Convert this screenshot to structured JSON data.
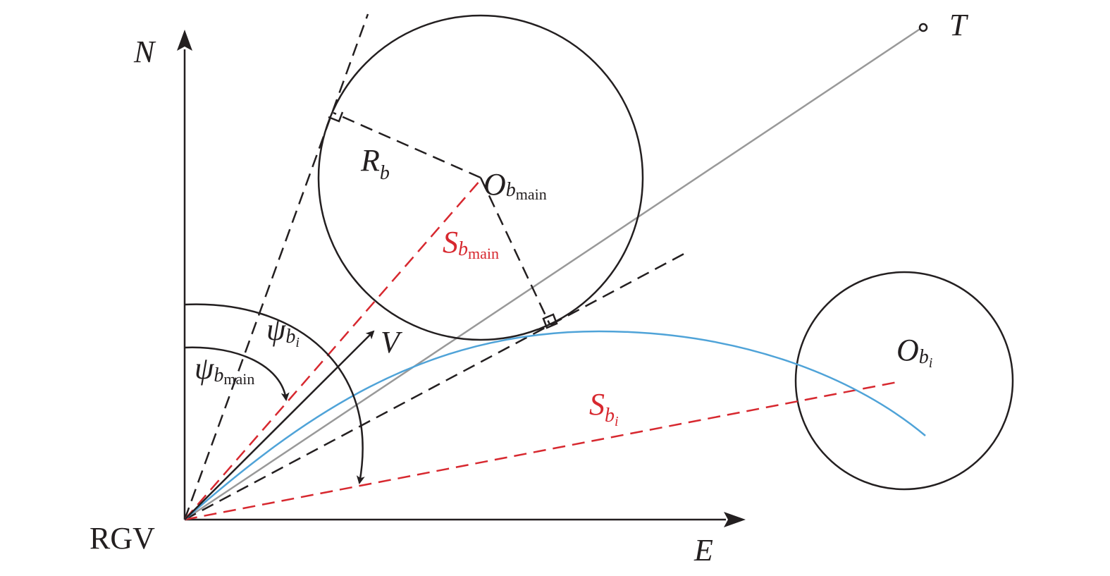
{
  "labels": {
    "north_axis": "N",
    "east_axis": "E",
    "origin": "RGV",
    "target": "T",
    "velocity": "V",
    "radius": {
      "base": "R",
      "sub": "b"
    },
    "main_center": {
      "base": "O",
      "sub": "b",
      "subsub": "main"
    },
    "obstacle_i_center": {
      "base": "O",
      "sub": "b",
      "subsub": "i"
    },
    "dist_main": {
      "base": "S",
      "sub": "b",
      "subsub": "main"
    },
    "dist_i": {
      "base": "S",
      "sub": "b",
      "subsub": "i"
    },
    "angle_main": {
      "base": "ψ",
      "sub": "b",
      "subsub": "main"
    },
    "angle_i": {
      "base": "ψ",
      "sub": "b",
      "subsub": "i"
    }
  },
  "colors": {
    "ink": "#231f20",
    "red": "#d7282f",
    "blue": "#4fa3d8",
    "gray": "#999999"
  }
}
